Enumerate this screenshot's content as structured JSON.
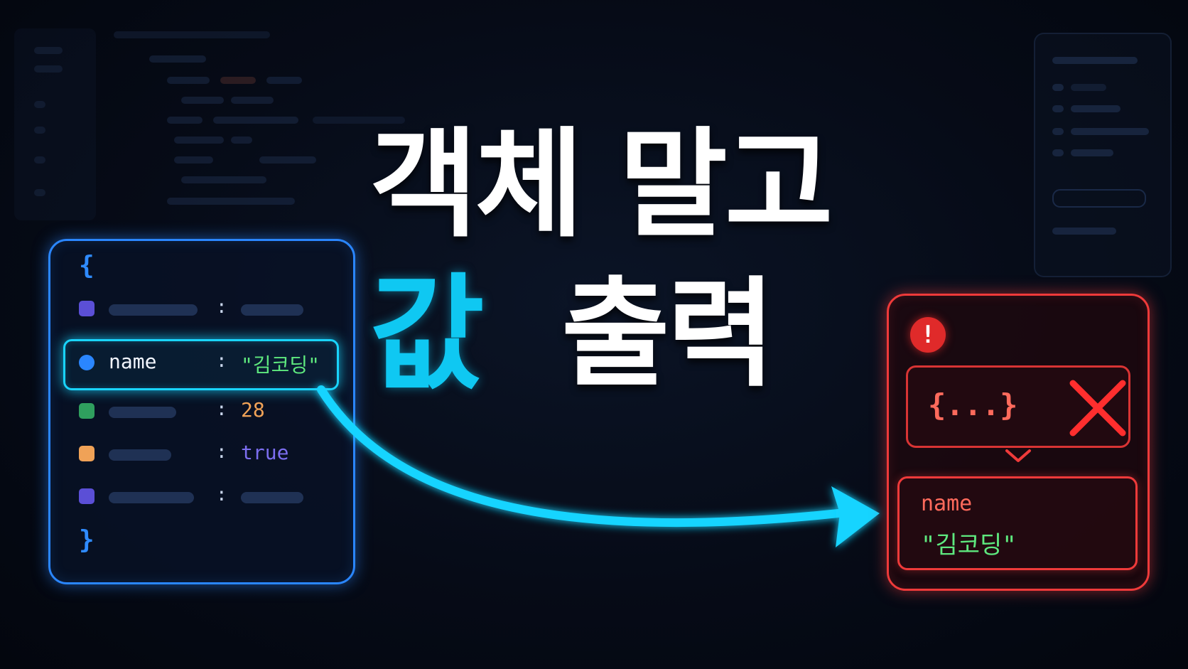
{
  "title": {
    "line1": "객체 말고",
    "accent": "값",
    "rest": "출력"
  },
  "object_card": {
    "open_brace": "{",
    "close_brace": "}",
    "colon": ":",
    "rows": [
      {
        "color": "#5b4fd6",
        "key": "",
        "value": ""
      },
      {
        "color": "#2a86ff",
        "key": "name",
        "value": "\"김코딩\"",
        "value_color": "#5ee87e",
        "highlighted": true
      },
      {
        "color": "#2f9f5e",
        "key": "",
        "value": "28",
        "value_color": "#f0a257"
      },
      {
        "color": "#f0a257",
        "key": "",
        "value": "true",
        "value_color": "#7c6ef0"
      },
      {
        "color": "#5b4fd6",
        "key": "",
        "value": ""
      }
    ]
  },
  "result_card": {
    "alert_symbol": "!",
    "object_text": "{...}",
    "value_key": "name",
    "value_string": "\"김코딩\""
  },
  "colors": {
    "accent_cyan": "#0fc8f2",
    "card_blue": "#2a86ff",
    "card_red": "#ef3a3a"
  },
  "icons": [
    "alert-icon",
    "x-mark-icon",
    "chevron-down-icon",
    "arrow-icon"
  ]
}
